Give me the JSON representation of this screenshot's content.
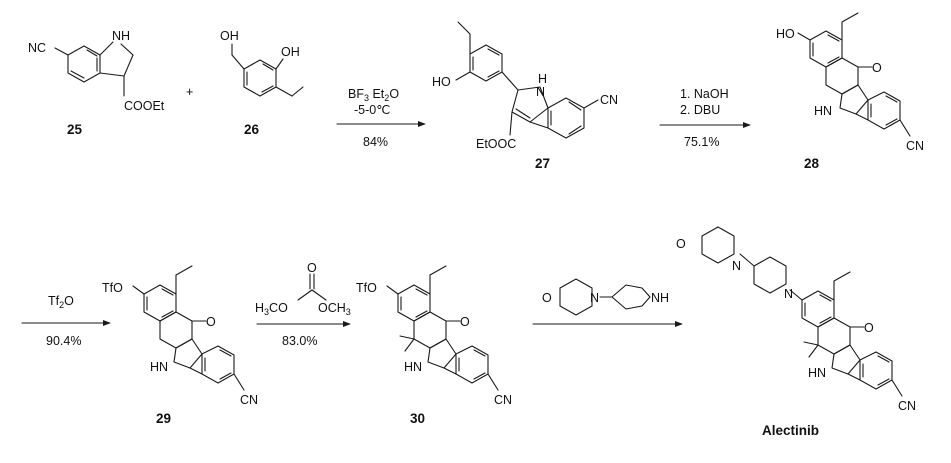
{
  "compounds": {
    "c25": "25",
    "c26": "26",
    "c27": "27",
    "c28": "28",
    "c29": "29",
    "c30": "30",
    "alectinib": "Alectinib"
  },
  "groups": {
    "nc": "NC",
    "cn": "CN",
    "nh": "NH",
    "hn": "HN",
    "h": "H",
    "n": "N",
    "o": "O",
    "oh": "OH",
    "ho": "HO",
    "tfo": "TfO",
    "cooet": "COOEt",
    "etooc": "EtOOC",
    "plus": "+"
  },
  "reagents": {
    "step1_line1": "BF",
    "step1_line1_sub": "3",
    "step1_line1_tail": " Et",
    "step1_line1_sub2": "2",
    "step1_line1_end": "O",
    "step1_line2": "-5-0℃",
    "step1_yield": "84%",
    "step2_line1": "1. NaOH",
    "step2_line2": "2. DBU",
    "step2_yield": "75.1%",
    "step3_reagent": "Tf",
    "step3_reagent_sub": "2",
    "step3_reagent_end": "O",
    "step3_yield": "90.4%",
    "step4_left": "H",
    "step4_left_sub": "3",
    "step4_left_end": "CO",
    "step4_right": "OCH",
    "step4_right_sub": "3",
    "step4_yield": "83.0%"
  }
}
